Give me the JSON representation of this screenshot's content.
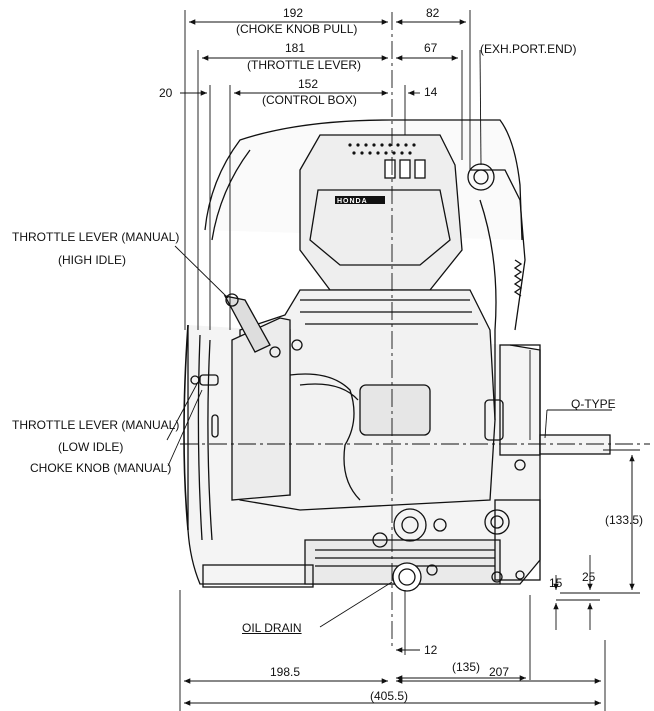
{
  "dimensions": {
    "choke_knob_pull": {
      "value": "192",
      "label": "(CHOKE KNOB PULL)"
    },
    "throttle_lever": {
      "value": "181",
      "label": "(THROTTLE LEVER)"
    },
    "control_box": {
      "value": "152",
      "label": "(CONTROL BOX)"
    },
    "offset_20": "20",
    "right_82": "82",
    "right_67": "67",
    "right_14": "14",
    "exh_port_end": "(EXH.PORT.END)",
    "q_type": "Q-TYPE",
    "shaft_height": "(133.5)",
    "dim_25": "25",
    "dim_15": "15",
    "dim_12": "12",
    "dim_135": "(135)",
    "dim_198_5": "198.5",
    "dim_207": "207",
    "dim_405_5": "(405.5)"
  },
  "callouts": {
    "throttle_high_1": "THROTTLE LEVER (MANUAL)",
    "throttle_high_2": "(HIGH IDLE)",
    "throttle_low_1": "THROTTLE LEVER (MANUAL)",
    "throttle_low_2": "(LOW IDLE)",
    "choke_knob": "CHOKE KNOB (MANUAL)",
    "oil_drain": "OIL DRAIN"
  },
  "logo_text": "HONDA",
  "colors": {
    "line": "#111111",
    "fill_light": "#e8e8e8",
    "fill_dark": "#333333"
  }
}
